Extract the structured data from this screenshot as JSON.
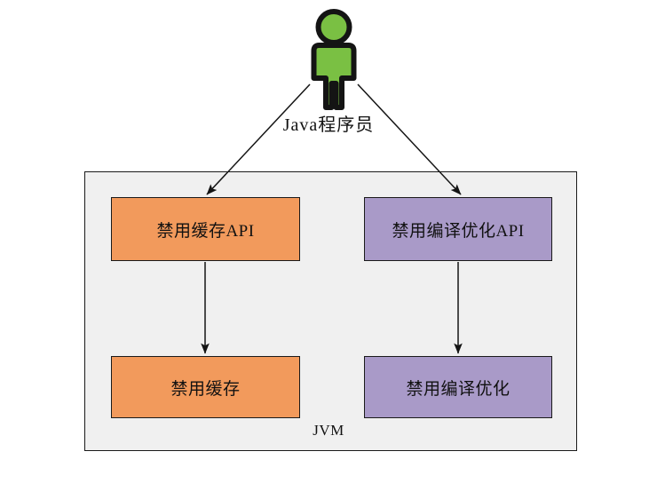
{
  "diagram": {
    "type": "flowchart",
    "actor": {
      "label": "Java程序员",
      "icon": "person-icon",
      "color": "#7ac043",
      "outline": "#141414"
    },
    "container": {
      "label": "JVM",
      "fill": "#f0f0f0",
      "border": "#1a1a1a"
    },
    "nodes": [
      {
        "id": "cache-api",
        "label": "禁用缓存API",
        "fill": "#f29a5c",
        "border": "#1a1a1a"
      },
      {
        "id": "compile-api",
        "label": "禁用编译优化API",
        "fill": "#a99ac8",
        "border": "#1a1a1a"
      },
      {
        "id": "cache",
        "label": "禁用缓存",
        "fill": "#f29a5c",
        "border": "#1a1a1a"
      },
      {
        "id": "compile",
        "label": "禁用编译优化",
        "fill": "#a99ac8",
        "border": "#1a1a1a"
      }
    ],
    "edges": [
      {
        "id": "actor-to-cache-api",
        "from": "actor",
        "to": "cache-api",
        "style": "solid-arrow"
      },
      {
        "id": "actor-to-compile-api",
        "from": "actor",
        "to": "compile-api",
        "style": "solid-arrow"
      },
      {
        "id": "cache-api-to-cache",
        "from": "cache-api",
        "to": "cache",
        "style": "solid-arrow"
      },
      {
        "id": "compile-api-to-compile",
        "from": "compile-api",
        "to": "compile",
        "style": "solid-arrow"
      }
    ],
    "colors": {
      "arrow": "#141414",
      "background": "#ffffff"
    }
  }
}
